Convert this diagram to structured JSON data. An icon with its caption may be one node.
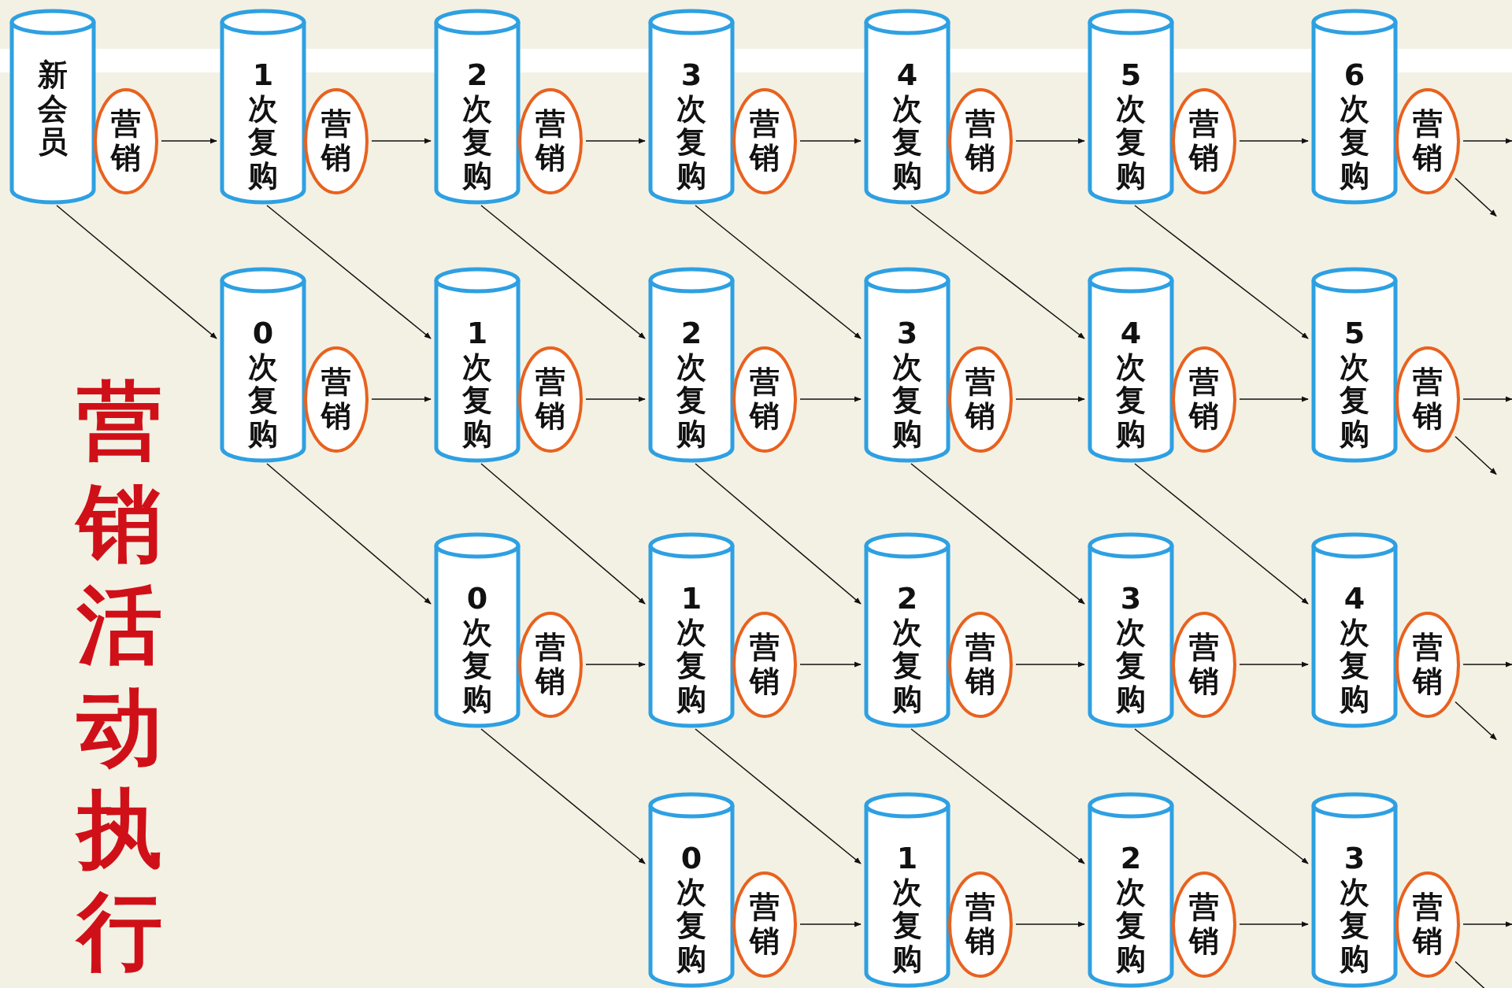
{
  "diagram": {
    "nodes": [
      {
        "text": [
          "新会员"
        ]
      },
      {
        "text": [
          "营销"
        ]
      },
      {
        "text": [
          "1次复购"
        ]
      },
      {
        "text": [
          "营销"
        ]
      },
      {
        "text": [
          "2次复购"
        ]
      },
      {
        "text": [
          "营销"
        ]
      },
      {
        "text": [
          "3次复购"
        ]
      },
      {
        "text": [
          "营销"
        ]
      },
      {
        "text": [
          "4次复购"
        ]
      },
      {
        "text": [
          "营销"
        ]
      },
      {
        "text": [
          "5次复购"
        ]
      },
      {
        "text": [
          "营销"
        ]
      },
      {
        "text": [
          "6次复购"
        ]
      },
      {
        "text": [
          "营销"
        ]
      },
      {
        "text": [
          "0次复购"
        ]
      },
      {
        "text": [
          "营销"
        ]
      },
      {
        "text": [
          "1次复购"
        ]
      },
      {
        "text": [
          "营销"
        ]
      },
      {
        "text": [
          "2次复购"
        ]
      },
      {
        "text": [
          "营销"
        ]
      },
      {
        "text": [
          "3次复购"
        ]
      },
      {
        "text": [
          "营销"
        ]
      },
      {
        "text": [
          "4次复购"
        ]
      },
      {
        "text": [
          "营销"
        ]
      },
      {
        "text": [
          "5次复购"
        ]
      },
      {
        "text": [
          "营销"
        ]
      },
      {
        "text": [
          "0次复购"
        ]
      },
      {
        "text": [
          "营销"
        ]
      },
      {
        "text": [
          "1次复购"
        ]
      },
      {
        "text": [
          "营销"
        ]
      },
      {
        "text": [
          "2次复购"
        ]
      },
      {
        "text": [
          "营销"
        ]
      },
      {
        "text": [
          "3次复购"
        ]
      },
      {
        "text": [
          "营销"
        ]
      },
      {
        "text": [
          "4次复购"
        ]
      },
      {
        "text": [
          "营销"
        ]
      },
      {
        "text": [
          "0次复购"
        ]
      },
      {
        "text": [
          "营销"
        ]
      },
      {
        "text": [
          "1次复购"
        ]
      },
      {
        "text": [
          "营销"
        ]
      },
      {
        "text": [
          "2次复购"
        ]
      },
      {
        "text": [
          "营销"
        ]
      },
      {
        "text": [
          "3次复购"
        ]
      },
      {
        "text": [
          "营销"
        ]
      }
    ],
    "edges": [
      {
        "from": 1,
        "to": 2,
        "arrow": "to"
      },
      {
        "from": 3,
        "to": 4,
        "arrow": "to"
      },
      {
        "from": 5,
        "to": 6,
        "arrow": "to"
      },
      {
        "from": 7,
        "to": 8,
        "arrow": "to"
      },
      {
        "from": 9,
        "to": 10,
        "arrow": "to"
      },
      {
        "from": 11,
        "to": 12,
        "arrow": "to"
      },
      {
        "from": 13,
        "to": null,
        "arrow": "to"
      },
      {
        "from": 15,
        "to": 16,
        "arrow": "to"
      },
      {
        "from": 17,
        "to": 18,
        "arrow": "to"
      },
      {
        "from": 19,
        "to": 20,
        "arrow": "to"
      },
      {
        "from": 21,
        "to": 22,
        "arrow": "to"
      },
      {
        "from": 23,
        "to": 24,
        "arrow": "to"
      },
      {
        "from": 25,
        "to": null,
        "arrow": "to"
      },
      {
        "from": 27,
        "to": 28,
        "arrow": "to"
      },
      {
        "from": 29,
        "to": 30,
        "arrow": "to"
      },
      {
        "from": 31,
        "to": 32,
        "arrow": "to"
      },
      {
        "from": 33,
        "to": 34,
        "arrow": "to"
      },
      {
        "from": 35,
        "to": null,
        "arrow": "to"
      },
      {
        "from": 37,
        "to": 38,
        "arrow": "to"
      },
      {
        "from": 39,
        "to": 40,
        "arrow": "to"
      },
      {
        "from": 41,
        "to": 42,
        "arrow": "to"
      },
      {
        "from": 43,
        "to": null,
        "arrow": "to"
      },
      {
        "from": 0,
        "to": 14,
        "arrow": "to"
      },
      {
        "from": 2,
        "to": 16,
        "arrow": "to"
      },
      {
        "from": 4,
        "to": 18,
        "arrow": "to"
      },
      {
        "from": 6,
        "to": 20,
        "arrow": "to"
      },
      {
        "from": 8,
        "to": 22,
        "arrow": "to"
      },
      {
        "from": 10,
        "to": 24,
        "arrow": "to"
      },
      {
        "from": 13,
        "to": null,
        "arrow": "to"
      },
      {
        "from": 14,
        "to": 26,
        "arrow": "to"
      },
      {
        "from": 16,
        "to": 28,
        "arrow": "to"
      },
      {
        "from": 18,
        "to": 30,
        "arrow": "to"
      },
      {
        "from": 20,
        "to": 32,
        "arrow": "to"
      },
      {
        "from": 22,
        "to": 34,
        "arrow": "to"
      },
      {
        "from": 25,
        "to": null,
        "arrow": "to"
      },
      {
        "from": 26,
        "to": 36,
        "arrow": "to"
      },
      {
        "from": 28,
        "to": 38,
        "arrow": "to"
      },
      {
        "from": 30,
        "to": 40,
        "arrow": "to"
      },
      {
        "from": 32,
        "to": 42,
        "arrow": "to"
      },
      {
        "from": 35,
        "to": null,
        "arrow": "to"
      },
      {
        "from": 43,
        "to": null,
        "arrow": "to"
      }
    ],
    "labels": [
      "营销活动执行"
    ]
  }
}
